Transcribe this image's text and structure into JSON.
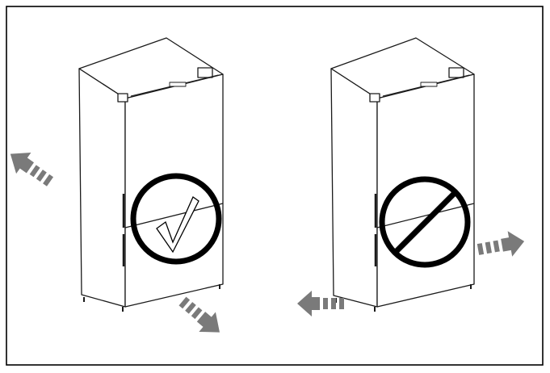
{
  "figure": {
    "panels": [
      {
        "id": "correct",
        "symbol": "check-mark",
        "meaning": "allowed",
        "arrow_directions": [
          "up-left",
          "down-right"
        ]
      },
      {
        "id": "incorrect",
        "symbol": "prohibition",
        "meaning": "not-allowed",
        "arrow_directions": [
          "left",
          "right"
        ]
      }
    ],
    "colors": {
      "frame": "#000000",
      "outline": "#1a1a1a",
      "symbol": "#000000",
      "arrow": "#7a7a7a",
      "background": "#ffffff"
    }
  }
}
